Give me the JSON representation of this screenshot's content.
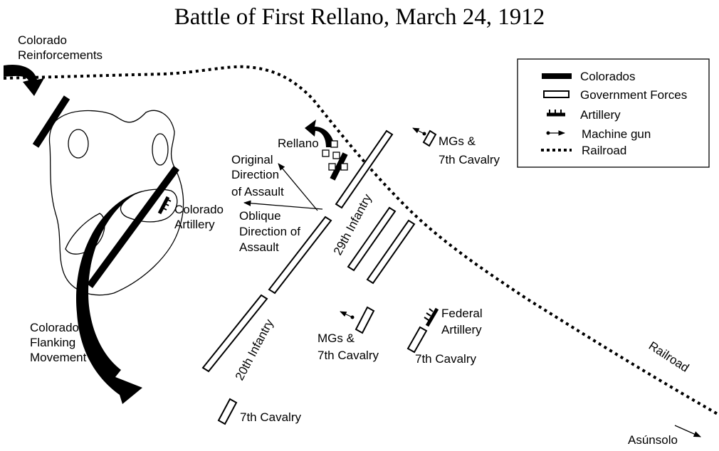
{
  "title": "Battle of First Rellano, March 24, 1912",
  "colors": {
    "colorados": "#000000",
    "government": "#ffffff",
    "outline": "#000000"
  },
  "legend": {
    "colorados": "Colorados",
    "government": "Government Forces",
    "artillery": "Artillery",
    "machine_gun": "Machine gun",
    "railroad": "Railroad"
  },
  "labels": {
    "colorado_reinforcements": [
      "Colorado",
      "Reinforcements"
    ],
    "colorado_artillery": [
      "Colorado",
      "Artillery"
    ],
    "colorado_flanking": [
      "Colorado",
      "Flanking",
      "Movement"
    ],
    "rellano": "Rellano",
    "original_direction": [
      "Original",
      "Direction",
      "of Assault"
    ],
    "oblique_direction": [
      "Oblique",
      "Direction of",
      "Assault"
    ],
    "infantry_29": "29th Infantry",
    "infantry_20": "20th Infantry",
    "mgs_top": [
      "MGs &",
      "7th Cavalry"
    ],
    "mgs_mid": [
      "MGs &",
      "7th Cavalry"
    ],
    "cavalry_7_right": "7th Cavalry",
    "cavalry_7_bottom": "7th Cavalry",
    "federal_artillery": [
      "Federal",
      "Artillery"
    ],
    "railroad": "Railroad",
    "asunsolo": "Asúnsolo"
  }
}
